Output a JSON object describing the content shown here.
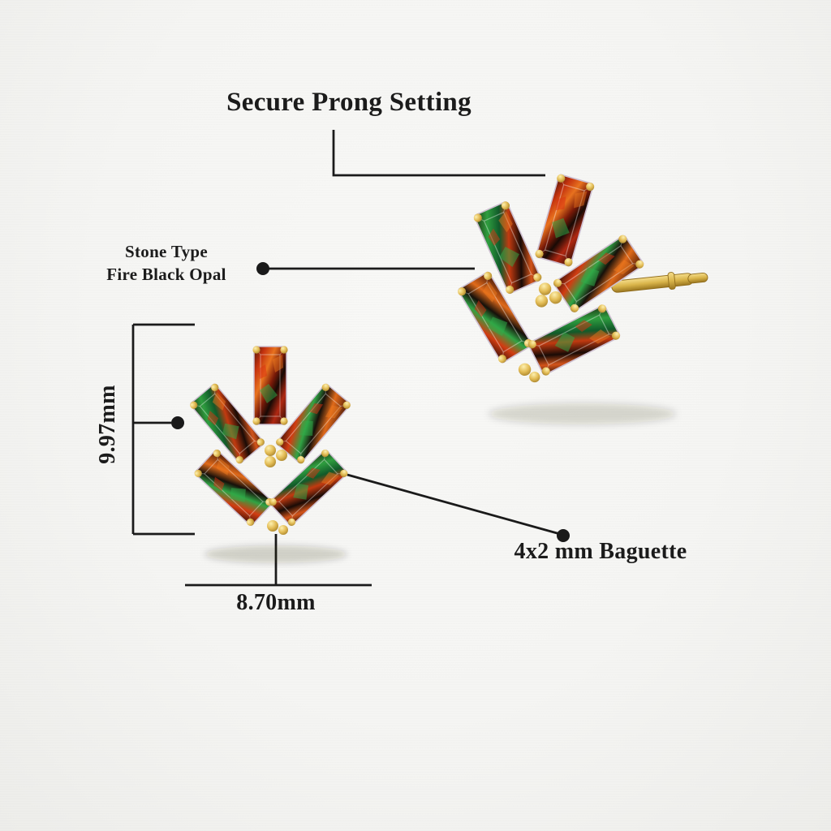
{
  "title": "Secure Prong Setting",
  "annotations": {
    "stone_type": {
      "line1": "Stone Type",
      "line2": "Fire Black Opal"
    },
    "height": "9.97mm",
    "width": "8.70mm",
    "stone_cut": "4x2 mm Baguette"
  },
  "colors": {
    "background": "#f5f5f3",
    "annotation_line": "#1a1a1a",
    "text": "#1b1b1b",
    "gold": "#d9b44a",
    "gold_light": "#f5dd8a",
    "gold_dark": "#97731e",
    "opal_dark": "#1a0b06",
    "opal_red": "#c5330f",
    "opal_orange": "#e8721e",
    "opal_green": "#2fae4a"
  }
}
